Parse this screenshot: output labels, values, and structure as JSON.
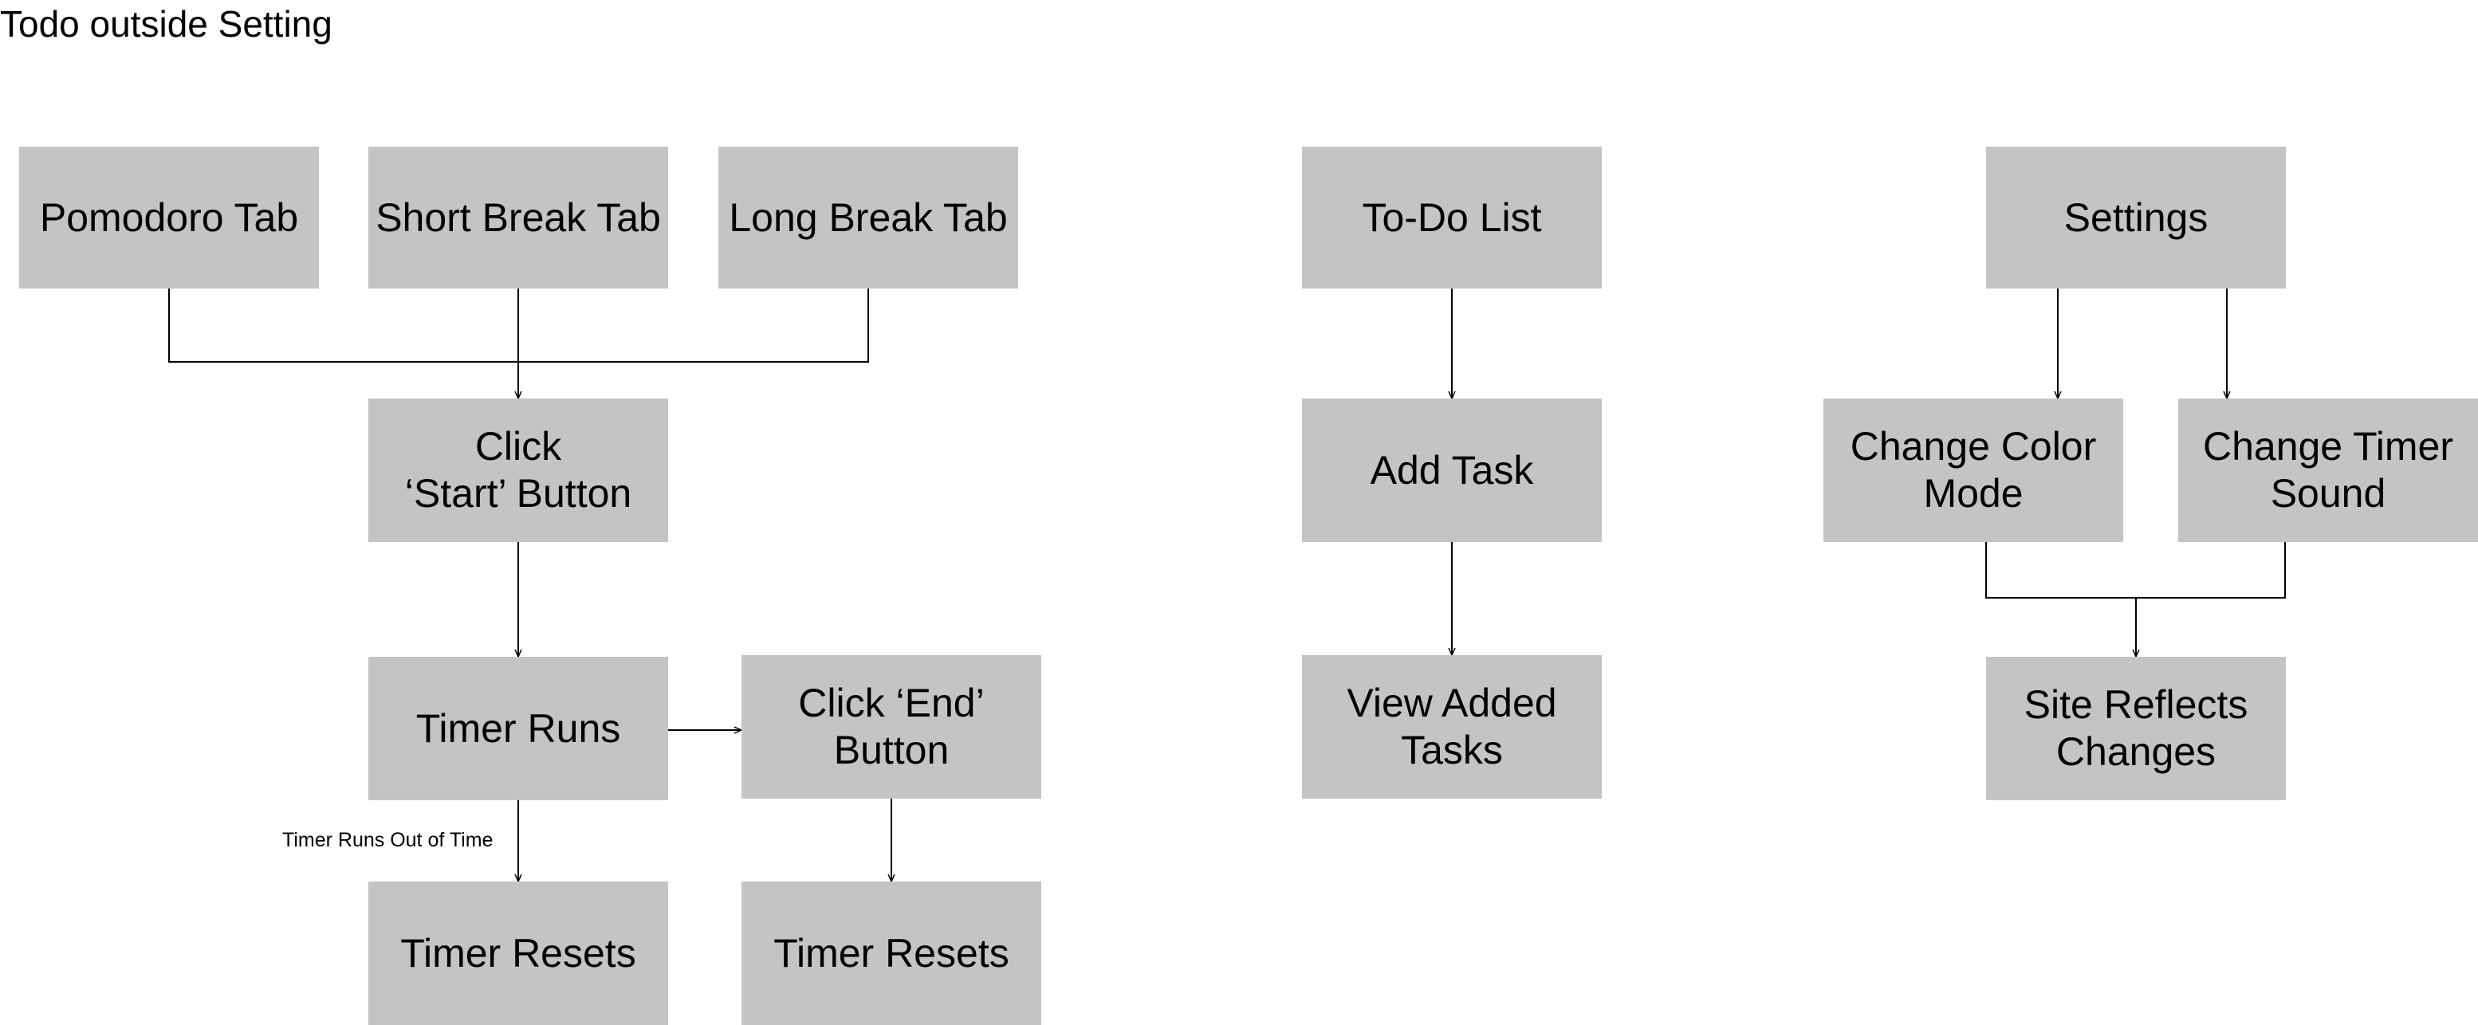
{
  "title": "Todo outside Setting",
  "nodes": {
    "pomodoro_tab": "Pomodoro Tab",
    "short_break_tab": "Short Break Tab",
    "long_break_tab": "Long Break Tab",
    "click_start": "Click\n‘Start’ Button",
    "timer_runs": "Timer Runs",
    "click_end": "Click ‘End’\nButton",
    "timer_resets_a": "Timer Resets",
    "timer_resets_b": "Timer Resets",
    "todo_list": "To-Do List",
    "add_task": "Add Task",
    "view_added_tasks": "View Added\nTasks",
    "settings": "Settings",
    "change_color_mode": "Change Color\nMode",
    "change_timer_sound": "Change Timer\nSound",
    "site_reflects_changes": "Site Reflects\nChanges"
  },
  "edge_labels": {
    "timer_out": "Timer Runs Out of Time"
  },
  "colors": {
    "node_fill": "#c4c4c4",
    "line": "#000000",
    "background": "#ffffff"
  }
}
